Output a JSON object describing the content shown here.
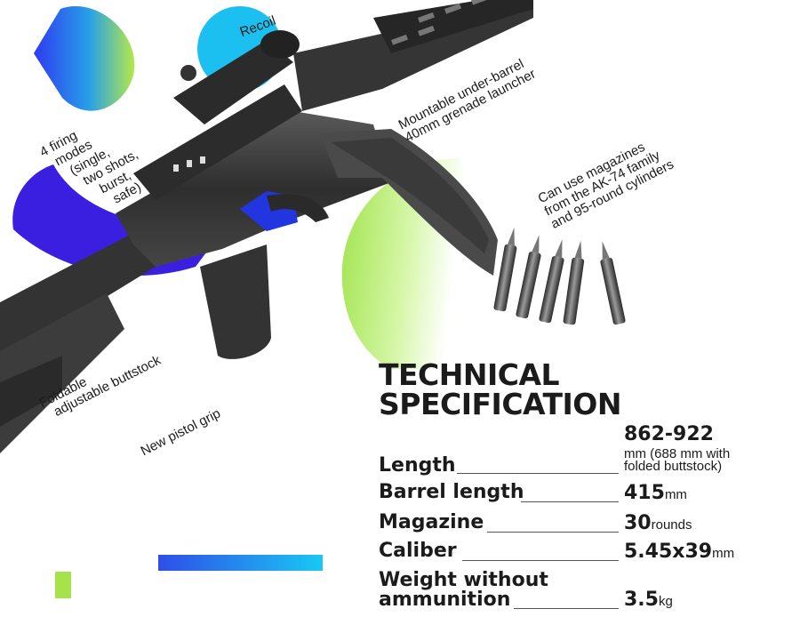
{
  "colors": {
    "blue_deep": "#3a1fe0",
    "green_lime": "#a6e34a",
    "cyan": "#1bc0f0",
    "text": "#1b1b1b"
  },
  "annotations": {
    "recoil": "Recoil",
    "launcher": [
      "Mountable under-barrel",
      "40mm grenade launcher"
    ],
    "magazines": [
      "Can use magazines",
      "from the AK-74 family",
      "and 95-round cylinders"
    ],
    "firing_modes": [
      "4 firing",
      "modes",
      "(single,",
      "two shots,",
      "burst,",
      "safe)"
    ],
    "buttstock": [
      "Foldable",
      "adjustable buttstock"
    ],
    "grip": "New pistol grip"
  },
  "spec": {
    "title_line1": "TECHNICAL",
    "title_line2": "SPECIFICATION",
    "rows": [
      {
        "label": "Length",
        "value": "862-922",
        "note1": "mm (688 mm with",
        "note2": "folded buttstock)"
      },
      {
        "label": "Barrel length",
        "value": "415",
        "unit": "mm"
      },
      {
        "label": "Magazine",
        "value": "30",
        "unit": "rounds"
      },
      {
        "label": "Caliber",
        "value": "5.45x39",
        "unit": "mm"
      },
      {
        "label_line1": "Weight without",
        "label_line2": "ammunition",
        "value": "3.5",
        "unit": "kg"
      }
    ]
  }
}
